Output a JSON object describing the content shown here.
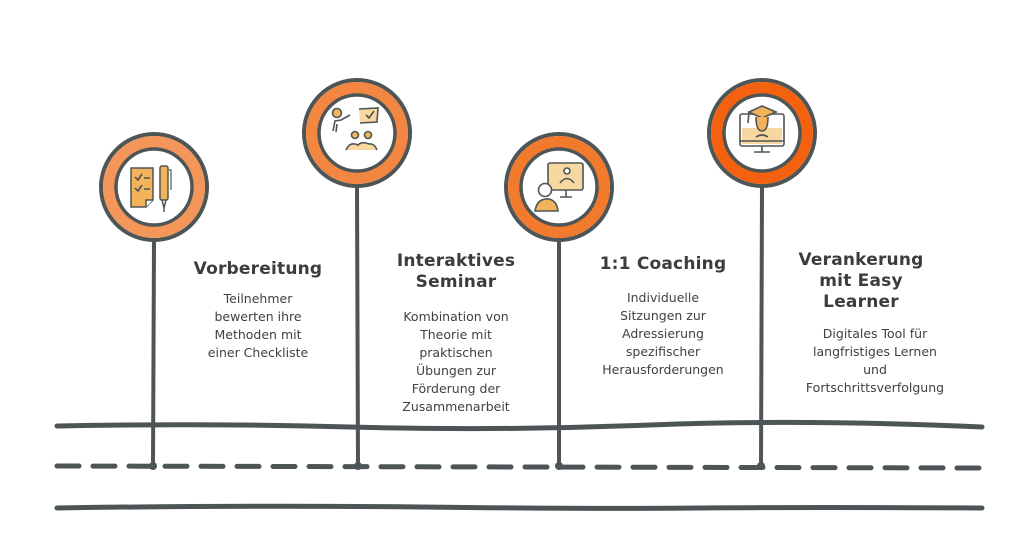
{
  "colors": {
    "ink": "#4e5556",
    "ring_1": "#f4955a",
    "ring_2": "#f38640",
    "ring_3": "#f27a2c",
    "ring_4": "#f5620f",
    "icon_fill": "#f2b35a"
  },
  "steps": [
    {
      "title": "Vorbereitung",
      "description_lines": [
        "Teilnehmer",
        "bewerten ihre",
        "Methoden mit",
        "einer Checkliste"
      ],
      "icon": "checklist-pen-icon"
    },
    {
      "title_lines": [
        "Interaktives",
        "Seminar"
      ],
      "description_lines": [
        "Kombination von",
        "Theorie mit",
        "praktischen",
        "Übungen zur",
        "Förderung der",
        "Zusammenarbeit"
      ],
      "icon": "presenter-audience-icon"
    },
    {
      "title": "1:1 Coaching",
      "description_lines": [
        "Individuelle",
        "Sitzungen zur",
        "Adressierung",
        "spezifischer",
        "Herausforderungen"
      ],
      "icon": "video-call-icon"
    },
    {
      "title_lines": [
        "Verankerung",
        "mit Easy",
        "Learner"
      ],
      "description_lines": [
        "Digitales Tool für",
        "langfristiges Lernen",
        "und",
        "Fortschrittsverfolgung"
      ],
      "icon": "graduation-monitor-icon"
    }
  ]
}
